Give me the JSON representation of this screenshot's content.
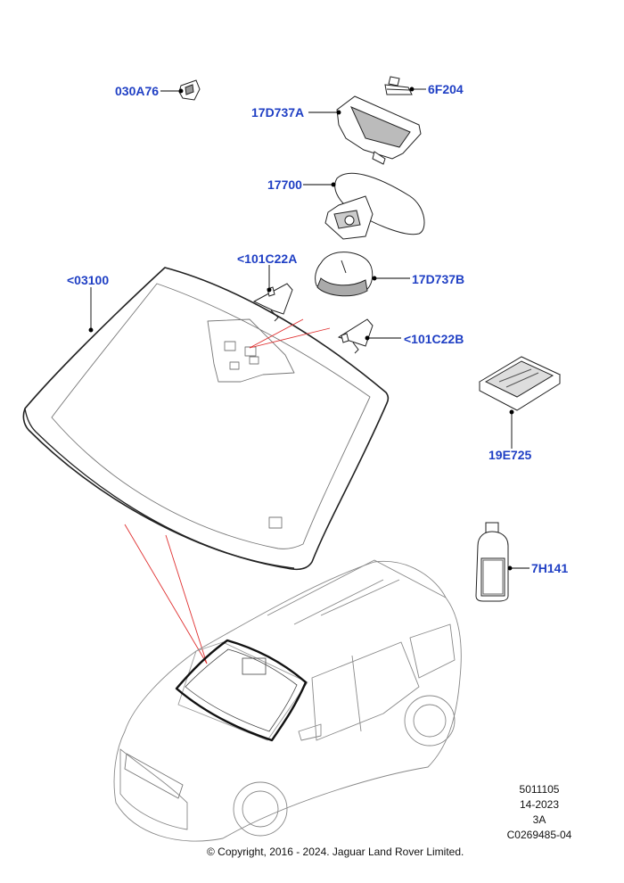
{
  "labels": {
    "030A76": "030A76",
    "6F204": "6F204",
    "17D737A": "17D737A",
    "17700": "17700",
    "101C22A": "<101C22A",
    "03100": "<03100",
    "17D737B": "17D737B",
    "101C22B": "<101C22B",
    "19E725": "19E725",
    "7H141": "7H141"
  },
  "info": {
    "line1": "5011105",
    "line2": "14-2023",
    "line3": "3A",
    "line4": "C0269485-04"
  },
  "copyright": "© Copyright, 2016 - 2024. Jaguar Land Rover Limited.",
  "colors": {
    "label": "#1f3fc4",
    "leader": "#000000",
    "pointer": "#e03030",
    "outline": "#222222"
  }
}
